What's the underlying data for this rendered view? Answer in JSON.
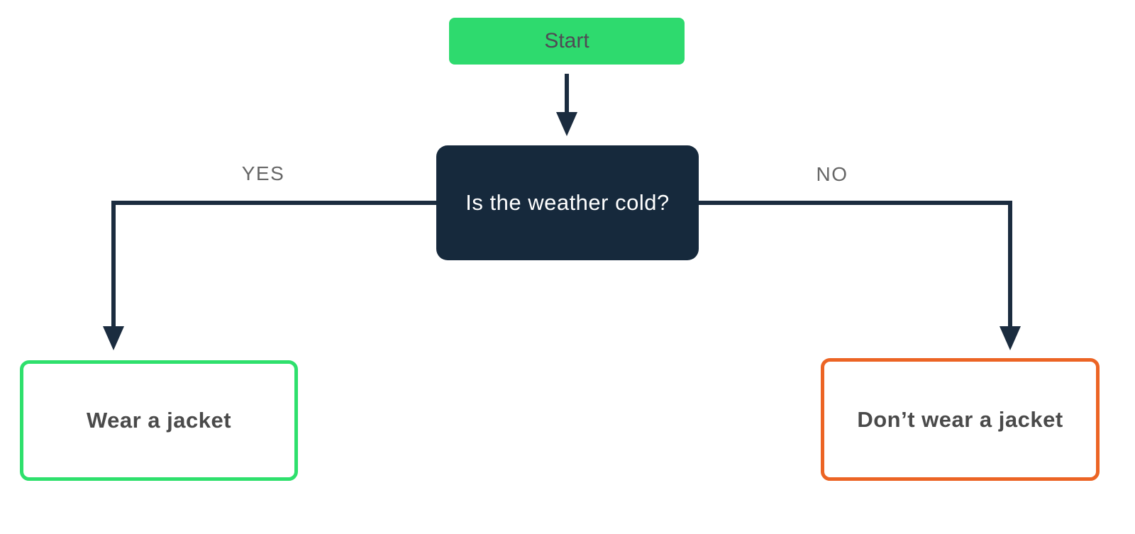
{
  "diagram": {
    "type": "flowchart",
    "background": "#FFFFFF",
    "nodes": {
      "start": {
        "label": "Start",
        "shape": "rounded-rectangle",
        "fill": "#2EDA6E",
        "text_color": "#4F4B55"
      },
      "decision": {
        "label": "Is the weather cold?",
        "shape": "rounded-rectangle",
        "fill": "#16293C",
        "text_color": "#FFFFFF"
      },
      "yes_result": {
        "label": "Wear a jacket",
        "shape": "rounded-rectangle-outline",
        "fill": "#FFFFFF",
        "border_color": "#2EE06C",
        "text_color": "#4A4A4A"
      },
      "no_result": {
        "label": "Don’t wear a jacket",
        "shape": "rounded-rectangle-outline",
        "fill": "#FFFFFF",
        "border_color": "#EC6424",
        "text_color": "#4A4A4A"
      }
    },
    "edges": {
      "start_to_decision": {
        "from": "start",
        "to": "decision",
        "label": ""
      },
      "decision_to_yes": {
        "from": "decision",
        "to": "yes_result",
        "label": "YES"
      },
      "decision_to_no": {
        "from": "decision",
        "to": "no_result",
        "label": "NO"
      }
    },
    "colors": {
      "connector": "#1B2C3F",
      "edge_label": "#666666"
    }
  }
}
